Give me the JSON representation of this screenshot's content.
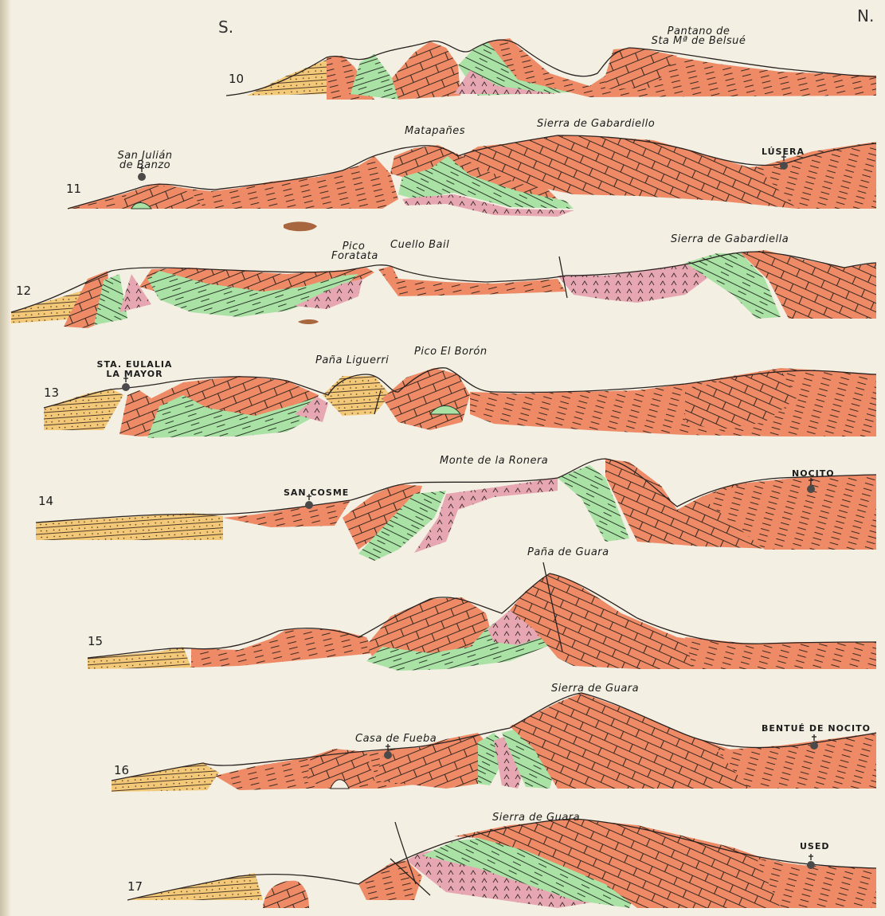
{
  "orientation": {
    "south": "S.",
    "north": "N."
  },
  "colors": {
    "limestone": "#ee8a66",
    "limestone_lines": "#3a2a22",
    "green_bed": "#a9e2a4",
    "pink_bed": "#e7a7b2",
    "yellow_bed": "#f3c978",
    "paper": "#f3efe2",
    "rock_blob": "#a8663e"
  },
  "icons": [
    "church-icon"
  ],
  "sections": [
    {
      "number": "10",
      "labels": {
        "place1": "Pantano de",
        "place2": "Sta Mª de Belsué"
      }
    },
    {
      "number": "11",
      "labels": {
        "place1": "San Julián",
        "place2": "de Banzo",
        "peak1": "Matapañes",
        "range": "Sierra de Gabardiello",
        "village": "LÚSERA"
      }
    },
    {
      "number": "12",
      "labels": {
        "peak1a": "Pico",
        "peak1b": "Foratata",
        "peak2": "Cuello Bail",
        "range": "Sierra de Gabardiella"
      }
    },
    {
      "number": "13",
      "labels": {
        "village1": "STA. EULALIA",
        "village2": "LA MAYOR",
        "peak1": "Paña Liguerri",
        "peak2": "Pico El Borón"
      }
    },
    {
      "number": "14",
      "labels": {
        "peak1": "Monte de la Ronera",
        "village1": "SAN COSME",
        "village2": "NOCITO"
      }
    },
    {
      "number": "15",
      "labels": {
        "peak1": "Paña de Guara"
      }
    },
    {
      "number": "16",
      "labels": {
        "range": "Sierra de Guara",
        "place": "Casa de Fueba",
        "village": "BENTUÉ DE NOCITO"
      }
    },
    {
      "number": "17",
      "labels": {
        "range": "Sierra de Guara",
        "village": "USED"
      }
    }
  ]
}
